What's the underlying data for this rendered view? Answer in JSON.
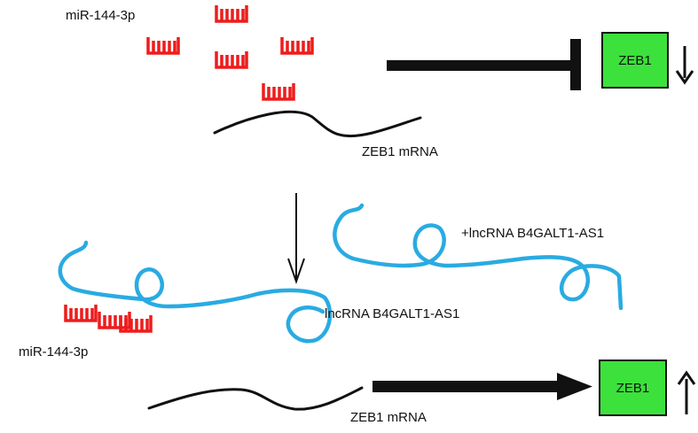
{
  "top_panel": {
    "mirna_label": "miR-144-3p",
    "mrna_label": "ZEB1 mRNA",
    "target_label": "ZEB1",
    "expression_change": "down"
  },
  "bottom_panel": {
    "lncrna_added_label": "+lncRNA B4GALT1-AS1",
    "lncrna_bound_label": "lncRNA B4GALT1-AS1",
    "mirna_label": "miR-144-3p",
    "mrna_label": "ZEB1 mRNA",
    "target_label": "ZEB1",
    "expression_change": "up"
  },
  "colors": {
    "mirna": "#ee1c1c",
    "lncrna": "#29abe2",
    "mrna": "#111111",
    "zeb1_box": "#3ce13c"
  },
  "icons": {
    "mirna": "comb-strand-icon",
    "inhibition": "t-bar-inhibition-icon",
    "activation": "arrow-icon",
    "down": "arrow-down-icon",
    "up": "arrow-up-icon"
  }
}
